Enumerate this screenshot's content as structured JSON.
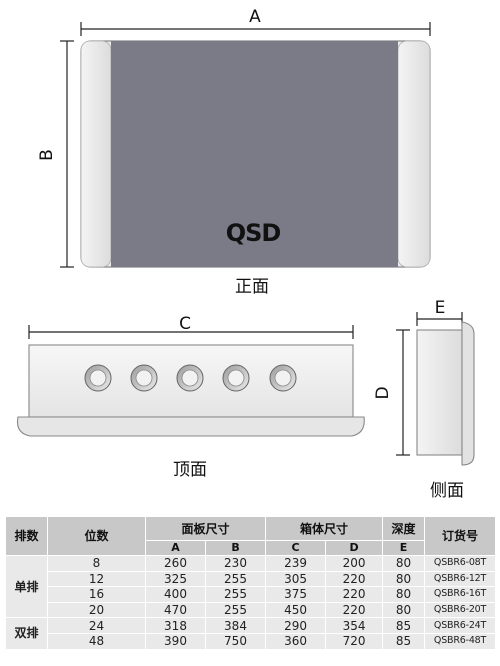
{
  "front": {
    "label_a": "A",
    "label_b": "B",
    "caption": "正面",
    "logo": "QSD"
  },
  "top": {
    "label_c": "C",
    "caption": "顶面"
  },
  "side": {
    "label_e": "E",
    "label_d": "D",
    "caption": "侧面"
  },
  "table": {
    "headers": {
      "rows": "排数",
      "positions": "位数",
      "panel": "面板尺寸",
      "box": "箱体尺寸",
      "depth": "深度",
      "order": "订货号",
      "a": "A",
      "b": "B",
      "c": "C",
      "d": "D",
      "e": "E"
    },
    "groups": [
      {
        "name": "单排",
        "rows": [
          {
            "pos": "8",
            "a": "260",
            "b": "230",
            "c": "239",
            "d": "200",
            "e": "80",
            "code": "QSBR6-08T"
          },
          {
            "pos": "12",
            "a": "325",
            "b": "255",
            "c": "305",
            "d": "220",
            "e": "80",
            "code": "QSBR6-12T"
          },
          {
            "pos": "16",
            "a": "400",
            "b": "255",
            "c": "375",
            "d": "220",
            "e": "80",
            "code": "QSBR6-16T"
          },
          {
            "pos": "20",
            "a": "470",
            "b": "255",
            "c": "450",
            "d": "220",
            "e": "80",
            "code": "QSBR6-20T"
          }
        ]
      },
      {
        "name": "双排",
        "rows": [
          {
            "pos": "24",
            "a": "318",
            "b": "384",
            "c": "290",
            "d": "354",
            "e": "85",
            "code": "QSBR6-24T"
          },
          {
            "pos": "48",
            "a": "390",
            "b": "750",
            "c": "360",
            "d": "720",
            "e": "85",
            "code": "QSBR6-48T"
          }
        ]
      }
    ]
  }
}
